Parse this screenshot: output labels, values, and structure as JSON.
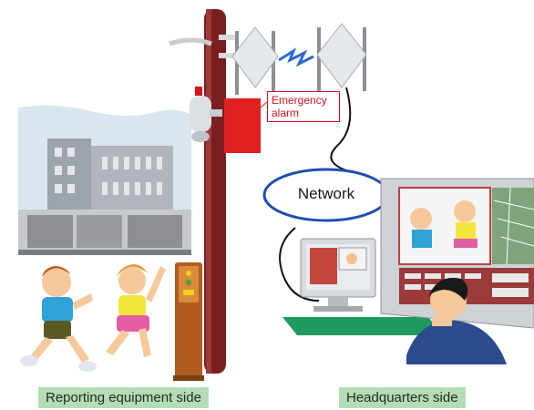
{
  "alarm_label_line1": "Emergency",
  "alarm_label_line2": "alarm",
  "network_label": "Network",
  "left_caption": "Reporting equipment side",
  "right_caption": "Headquarters side",
  "colors": {
    "pole": "#7a1f1f",
    "alarm_box": "#e02020",
    "network_ellipse": "#1f4fb0",
    "caption_bg": "#b5ddb5",
    "callout_red": "#d8121f"
  }
}
